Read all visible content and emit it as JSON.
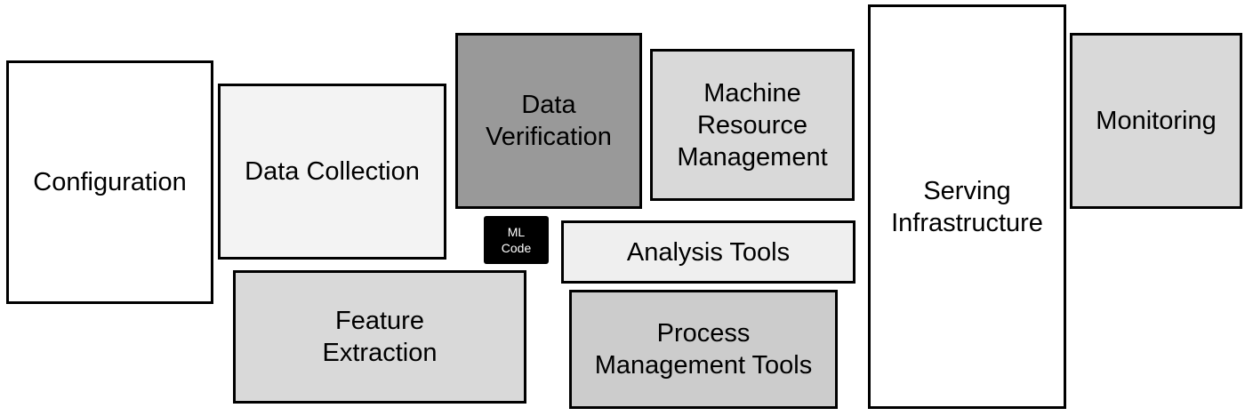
{
  "diagram": {
    "components": [
      {
        "id": "configuration",
        "label": "Configuration",
        "fill": "#ffffff"
      },
      {
        "id": "data-collection",
        "label": "Data Collection",
        "fill": "#f3f3f3"
      },
      {
        "id": "data-verification",
        "label": "Data\nVerification",
        "fill": "#999999"
      },
      {
        "id": "machine-resource-management",
        "label": "Machine\nResource\nManagement",
        "fill": "#d9d9d9"
      },
      {
        "id": "serving-infrastructure",
        "label": "Serving\nInfrastructure",
        "fill": "#ffffff"
      },
      {
        "id": "monitoring",
        "label": "Monitoring",
        "fill": "#d9d9d9"
      },
      {
        "id": "feature-extraction",
        "label": "Feature\nExtraction",
        "fill": "#d9d9d9"
      },
      {
        "id": "analysis-tools",
        "label": "Analysis Tools",
        "fill": "#efefef"
      },
      {
        "id": "process-management-tools",
        "label": "Process\nManagement Tools",
        "fill": "#cccccc"
      },
      {
        "id": "ml-code",
        "label": "ML\nCode",
        "fill": "#000000"
      }
    ]
  }
}
